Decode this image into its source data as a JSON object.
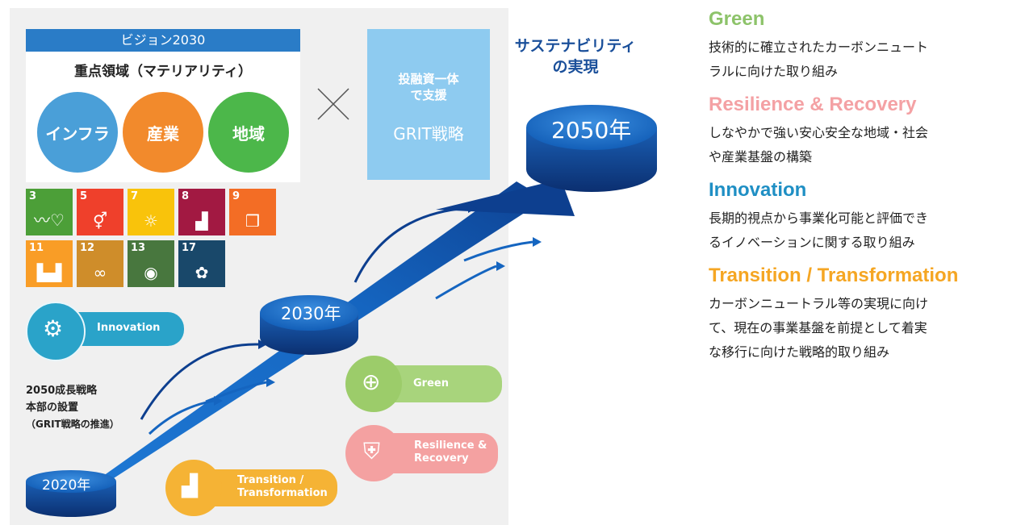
{
  "vision": {
    "header": "ビジョン2030",
    "subtitle": "重点領域（マテリアリティ）",
    "areas": [
      {
        "label": "インフラ",
        "color": "#4a9fd8"
      },
      {
        "label": "産業",
        "color": "#f28a2c"
      },
      {
        "label": "地域",
        "color": "#4cb74a"
      }
    ]
  },
  "grit_box": {
    "line1": "投融資一体",
    "line2": "で支援",
    "line3": "GRIT戦略",
    "color": "#8ecbf0"
  },
  "sdgs": [
    {
      "num": "3",
      "color": "#4c9f38",
      "icon": "heartbeat"
    },
    {
      "num": "5",
      "color": "#ef402b",
      "icon": "gender"
    },
    {
      "num": "7",
      "color": "#f9c30b",
      "icon": "sun"
    },
    {
      "num": "8",
      "color": "#a21942",
      "icon": "growth-chart"
    },
    {
      "num": "9",
      "color": "#f36d25",
      "icon": "cubes"
    },
    {
      "num": "11",
      "color": "#f99d26",
      "icon": "city"
    },
    {
      "num": "12",
      "color": "#cf8d2a",
      "icon": "infinity"
    },
    {
      "num": "13",
      "color": "#48773e",
      "icon": "eye"
    },
    {
      "num": "17",
      "color": "#19486a",
      "icon": "flower"
    }
  ],
  "goal": {
    "line1": "サステナビリティ",
    "line2": "の実現"
  },
  "milestones": {
    "y2020": "2020年",
    "y2030": "2030年",
    "y2050": "2050年"
  },
  "strategy": {
    "line1": "2050成長戦略",
    "line2": "本部の設置",
    "line3": "（GRIT戦略の推進）"
  },
  "pills": {
    "innovation": {
      "label": "Innovation",
      "color": "#2aa3c9"
    },
    "green": {
      "label": "Green",
      "color": "#9ccc6a"
    },
    "resilience": {
      "line1": "Resilience &",
      "line2": "Recovery",
      "color": "#f4a1a1"
    },
    "transition": {
      "line1": "Transition /",
      "line2": "Transformation",
      "color": "#f5b335"
    }
  },
  "right": [
    {
      "title": "Green",
      "color": "#8dc36a",
      "desc1": "技術的に確立されたカーボンニュート",
      "desc2": "ラルに向けた取り組み"
    },
    {
      "title": "Resilience & Recovery",
      "color": "#f4a1a4",
      "desc1": "しなやかで強い安心安全な地域・社会",
      "desc2": "や産業基盤の構築"
    },
    {
      "title": "Innovation",
      "color": "#1f8fc4",
      "desc1": "長期的視点から事業化可能と評価でき",
      "desc2": "るイノベーションに関する取り組み"
    },
    {
      "title": "Transition / Transformation",
      "color": "#f5a623",
      "desc1": "カーボンニュートラル等の実現に向け",
      "desc2": "て、現在の事業基盤を前提として着実",
      "desc3": "な移行に向けた戦略的取り組み"
    }
  ]
}
